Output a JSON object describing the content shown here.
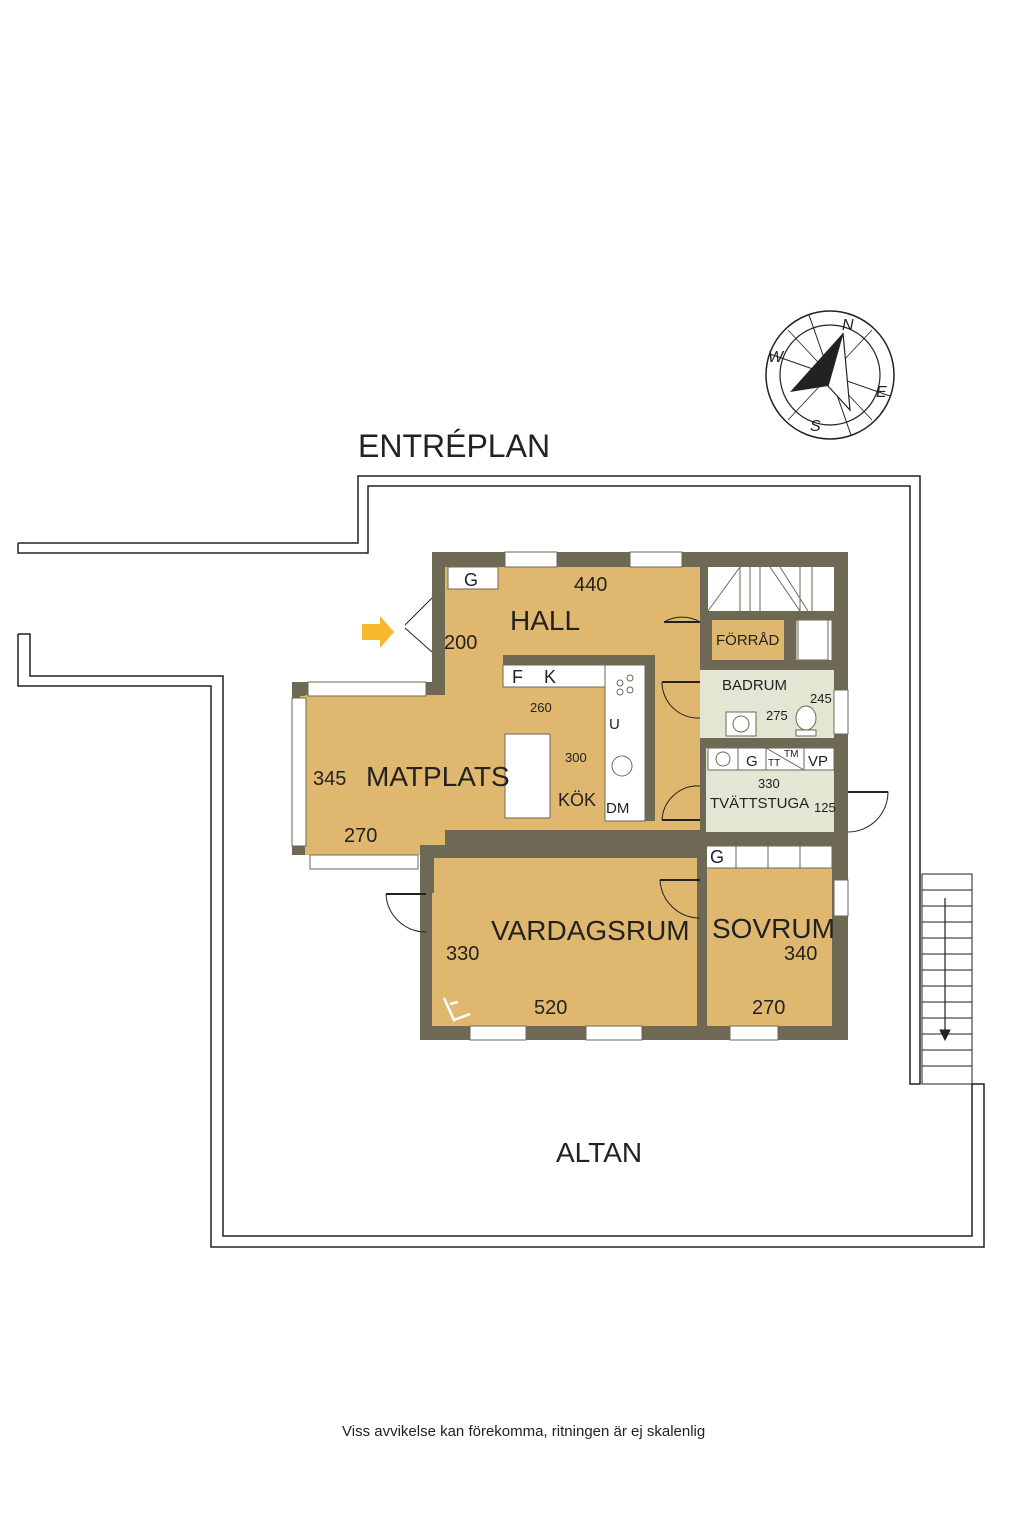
{
  "plan": {
    "title": "ENTRÉPLAN",
    "footnote": "Viss avvikelse kan förekomma, ritningen är ej skalenlig",
    "colors": {
      "floor": "#e0b76f",
      "wet_floor": "#e3e6d3",
      "wall": "#6e6955",
      "entry_arrow": "#f5b82e"
    },
    "compass": {
      "n": "N",
      "e": "E",
      "s": "S",
      "w": "W"
    },
    "rooms": {
      "hall": "HALL",
      "forrad": "FÖRRÅD",
      "badrum": "BADRUM",
      "tvattstuga": "TVÄTTSTUGA",
      "matplats": "MATPLATS",
      "kok": "KÖK",
      "vardagsrum": "VARDAGSRUM",
      "sovrum": "SOVRUM",
      "altan": "ALTAN"
    },
    "dimensions": {
      "hall_w": "440",
      "hall_h": "200",
      "kok_w": "260",
      "kok_h": "300",
      "matplats_h": "345",
      "matplats_w": "270",
      "badrum_w": "275",
      "badrum_h": "245",
      "tvattstuga_w": "330",
      "tvattstuga_h": "125",
      "vardagsrum_h": "330",
      "vardagsrum_w": "520",
      "sovrum_h": "340",
      "sovrum_w": "270"
    },
    "fixtures": {
      "hall_wardrobe": "G",
      "fridge": "F",
      "freezer": "K",
      "oven": "U",
      "dishwasher": "DM",
      "laundry_wardrobe": "G",
      "dryer": "TT",
      "washer": "TM",
      "water_heater": "VP",
      "bedroom_wardrobe": "G"
    }
  }
}
